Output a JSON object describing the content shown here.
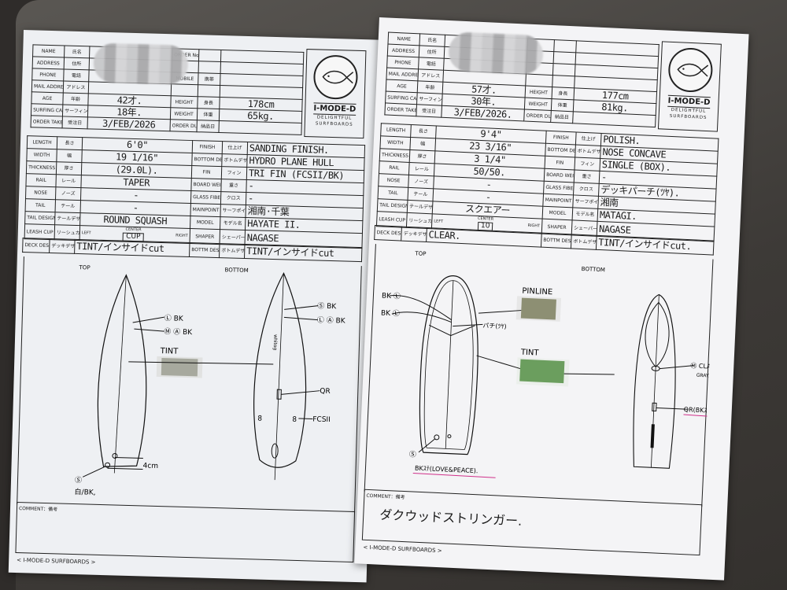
{
  "sheets": [
    {
      "header": [
        {
          "label": "NAME",
          "jp": "氏名",
          "value": "",
          "r_label": "ORDER No.",
          "r_jp": "",
          "r_value": ""
        },
        {
          "label": "ADDRESS",
          "jp": "住所",
          "value": "",
          "r_label": "",
          "r_jp": "",
          "r_value": ""
        },
        {
          "label": "PHONE",
          "jp": "電話",
          "value": "",
          "r_label": "MOBILE",
          "r_jp": "携帯",
          "r_value": ""
        },
        {
          "label": "MAIL ADDRESS",
          "jp": "アドレス",
          "value": "",
          "r_label": "",
          "r_jp": "",
          "r_value": ""
        },
        {
          "label": "AGE",
          "jp": "年齢",
          "value": "42才.",
          "r_label": "HEIGHT",
          "r_jp": "身長",
          "r_value": "178cm"
        },
        {
          "label": "SURFING CAREER",
          "jp": "サーフィン歴",
          "value": "18年.",
          "r_label": "WEIGHT",
          "r_jp": "体重",
          "r_value": "65kg."
        },
        {
          "label": "ORDER TAKEN",
          "jp": "受注日",
          "value": "3/FEB/2026",
          "r_label": "ORDER DUE",
          "r_jp": "納品日",
          "r_value": ""
        }
      ],
      "logo": {
        "name": "I-MODE-D",
        "line1": "DELIGHTFUL",
        "line2": "SURFBOARDS"
      },
      "specs": [
        {
          "label": "LENGTH",
          "jp": "長さ",
          "value": "6'0\"",
          "r_label": "FINISH",
          "r_jp": "仕上げ",
          "r_value": "SANDING FINISH."
        },
        {
          "label": "WIDTH",
          "jp": "幅",
          "value": "19 1/16\"",
          "r_label": "BOTTOM DESIGN",
          "r_jp": "ボトムデザイン",
          "r_value": "HYDRO PLANE HULL"
        },
        {
          "label": "THICKNESS",
          "jp": "厚さ",
          "value": "(29.0L).",
          "r_label": "FIN",
          "r_jp": "フィン",
          "r_value": "TRI FIN (FCSII/BK)"
        },
        {
          "label": "RAIL",
          "jp": "レール",
          "value": "TAPER",
          "r_label": "BOARD WEIGHT",
          "r_jp": "重さ",
          "r_value": "-"
        },
        {
          "label": "NOSE",
          "jp": "ノーズ",
          "value": "-",
          "r_label": "GLASS FIBER",
          "r_jp": "クロス",
          "r_value": "-"
        },
        {
          "label": "TAIL",
          "jp": "テール",
          "value": "-",
          "r_label": "MAINPOINT & STYLE",
          "r_jp": "サーフポイント",
          "r_value": "湘南·千葉"
        },
        {
          "label": "TAIL DESIGN",
          "jp": "テールデザイン",
          "value": "ROUND SQUASH",
          "r_label": "MODEL",
          "r_jp": "モデル名",
          "r_value": "HAYATE II."
        },
        {
          "label": "LEASH CUP",
          "jp": "リーシュカップ",
          "value": "",
          "r_label": "SHAPER",
          "r_jp": "シェーパー",
          "r_value": "NAGASE"
        }
      ],
      "leash": {
        "left": "LEFT",
        "center": "CENTER",
        "right": "RIGHT",
        "value": "CUP"
      },
      "design": {
        "deck_label": "DECK DESIGN",
        "deck_jp": "デッキデザイン",
        "deck": "TINT/インサイドcut",
        "bottom_label": "BOTTM DESIGN",
        "bottom_jp": "ボトムデザイン",
        "bottom": "TINT/インサイドcut"
      },
      "drawing": {
        "top": "TOP",
        "bottom": "BOTTOM",
        "notes": [
          "Ⓛ BK",
          "Ⓜ Ⓐ BK",
          "TINT",
          "Ⓢ BK",
          "Ⓛ Ⓐ BK",
          "QR",
          "FCSII",
          "4cm",
          "Ⓢ",
          "白/BK,",
          "whitog"
        ]
      },
      "comment": {
        "label": "COMMENT：備考",
        "text": ""
      },
      "footer": "< I-MODE-D SURFBOARDS >"
    },
    {
      "header": [
        {
          "label": "NAME",
          "jp": "氏名",
          "value": "",
          "r_label": "",
          "r_jp": "",
          "r_value": ""
        },
        {
          "label": "ADDRESS",
          "jp": "住所",
          "value": "",
          "r_label": "",
          "r_jp": "",
          "r_value": ""
        },
        {
          "label": "PHONE",
          "jp": "電話",
          "value": "",
          "r_label": "",
          "r_jp": "",
          "r_value": ""
        },
        {
          "label": "MAIL ADDRESS",
          "jp": "アドレス",
          "value": "",
          "r_label": "",
          "r_jp": "",
          "r_value": ""
        },
        {
          "label": "AGE",
          "jp": "年齢",
          "value": "57才.",
          "r_label": "HEIGHT",
          "r_jp": "身長",
          "r_value": "177cm"
        },
        {
          "label": "SURFING CAREER",
          "jp": "サーフィン歴",
          "value": "30年.",
          "r_label": "WEIGHT",
          "r_jp": "体重",
          "r_value": "81kg."
        },
        {
          "label": "ORDER TAKEN",
          "jp": "受注日",
          "value": "3/FEB/2026.",
          "r_label": "ORDER DUE",
          "r_jp": "納品日",
          "r_value": ""
        }
      ],
      "logo": {
        "name": "I-MODE-D",
        "line1": "DELIGHTFUL",
        "line2": "SURFBOARDS"
      },
      "specs": [
        {
          "label": "LENGTH",
          "jp": "長さ",
          "value": "9'4\"",
          "r_label": "FINISH",
          "r_jp": "仕上げ",
          "r_value": "POLISH."
        },
        {
          "label": "WIDTH",
          "jp": "幅",
          "value": "23 3/16\"",
          "r_label": "BOTTOM DESIGN",
          "r_jp": "ボトムデザイン",
          "r_value": "NOSE CONCAVE"
        },
        {
          "label": "THICKNESS",
          "jp": "厚さ",
          "value": "3 1/4\"",
          "r_label": "FIN",
          "r_jp": "フィン",
          "r_value": "SINGLE (BOX)."
        },
        {
          "label": "RAIL",
          "jp": "レール",
          "value": "50/50.",
          "r_label": "BOARD WEIGHT",
          "r_jp": "重さ",
          "r_value": "-"
        },
        {
          "label": "NOSE",
          "jp": "ノーズ",
          "value": "-",
          "r_label": "GLASS FIBER",
          "r_jp": "クロス",
          "r_value": "デッキパーチ(ﾂﾔ)."
        },
        {
          "label": "TAIL",
          "jp": "テール",
          "value": "-",
          "r_label": "MAINPOINT & STYLE",
          "r_jp": "サーフポイント",
          "r_value": "湘南"
        },
        {
          "label": "TAIL DESIGN",
          "jp": "テールデザイン",
          "value": "スクエアー",
          "r_label": "MODEL",
          "r_jp": "モデル名",
          "r_value": "MATAGI."
        },
        {
          "label": "LEASH CUP",
          "jp": "リーシュカップ",
          "value": "",
          "r_label": "SHAPER",
          "r_jp": "シェーパー",
          "r_value": "NAGASE"
        }
      ],
      "leash": {
        "left": "LEFT",
        "center": "CENTER",
        "right": "RIGHT",
        "value": "10"
      },
      "design": {
        "deck_label": "DECK DESIGN",
        "deck_jp": "デッキデザイン",
        "deck": "CLEAR.",
        "bottom_label": "BOTTM DESIGN",
        "bottom_jp": "ボトムデザイン",
        "bottom": "TINT/インサイドcut."
      },
      "drawing": {
        "top": "TOP",
        "bottom": "BOTTOM",
        "notes": [
          "PINLINE",
          "TINT",
          "BK Ⓛ",
          "BK Ⓛ",
          "パチ(ﾂﾔ)",
          "Ⓜ CLASSIC",
          "GRAY/B.",
          "QR(BKｽﾃ).",
          "Ⓢ",
          "BKｽﾃ(LOVE&PEACE)."
        ]
      },
      "comment": {
        "label": "COMMENT：備考",
        "text": "ダクウッドストリンガー."
      },
      "footer": "< I-MODE-D SURFBOARDS >"
    }
  ],
  "colors": {
    "tint_gray": "#a7a99e",
    "tint_green": "#6b9e5e",
    "pinline": "#8d8f73",
    "underline": "#d0308a"
  }
}
